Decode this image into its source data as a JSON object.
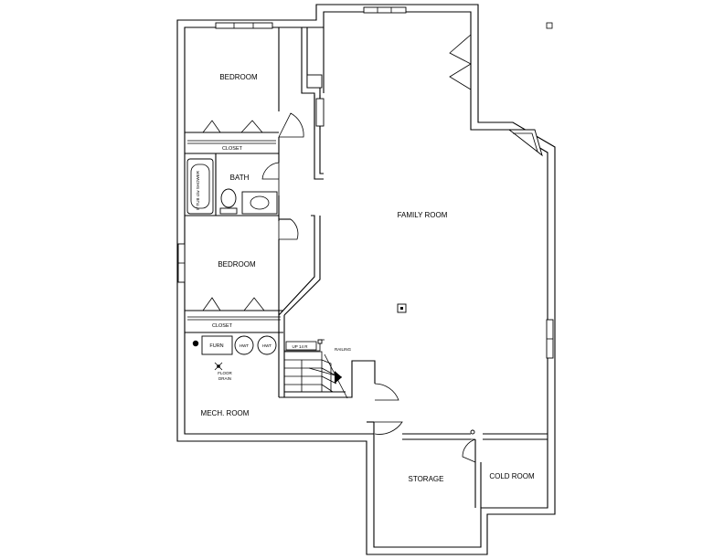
{
  "rooms": {
    "bedroom_top": "BEDROOM",
    "closet_top": "CLOSET",
    "bath": "BATH",
    "tub": "5' TUB c/w SHOWER",
    "bedroom_bottom": "BEDROOM",
    "closet_bottom": "CLOSET",
    "family_room": "FAMILY ROOM",
    "mech_room": "MECH. ROOM",
    "storage": "STORAGE",
    "cold_room": "COLD ROOM"
  },
  "fixtures": {
    "furnace": "FURN",
    "hwt_1": "HWT",
    "hwt_2": "HWT",
    "floor_drain_1": "FLOOR",
    "floor_drain_2": "DRAIN",
    "stairs": "UP 14 R",
    "railing": "RAILING"
  }
}
